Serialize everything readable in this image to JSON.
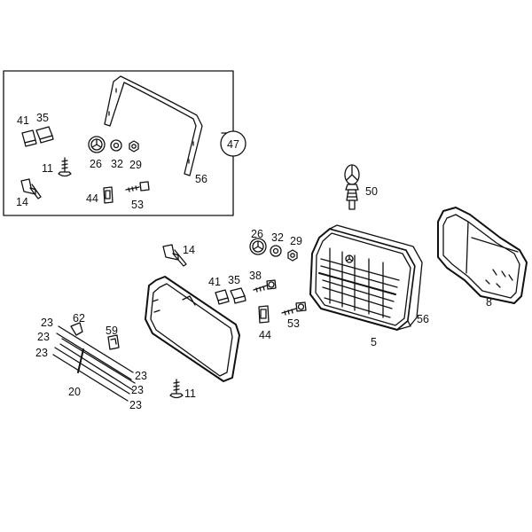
{
  "callouts": {
    "inset_ref": "47",
    "inset_41": "41",
    "inset_35": "35",
    "inset_11": "11",
    "inset_14": "14",
    "inset_26": "26",
    "inset_32": "32",
    "inset_29": "29",
    "inset_44": "44",
    "inset_53": "53",
    "inset_56": "56",
    "p50": "50",
    "p26": "26",
    "p32": "32",
    "p29": "29",
    "p14": "14",
    "p41": "41",
    "p35": "35",
    "p38": "38",
    "p44": "44",
    "p53": "53",
    "p56": "56",
    "p5": "5",
    "p8": "8",
    "p62": "62",
    "p59": "59",
    "p23a": "23",
    "p23b": "23",
    "p23c": "23",
    "p23d": "23",
    "p23e": "23",
    "p23f": "23",
    "p20": "20",
    "p11": "11"
  }
}
